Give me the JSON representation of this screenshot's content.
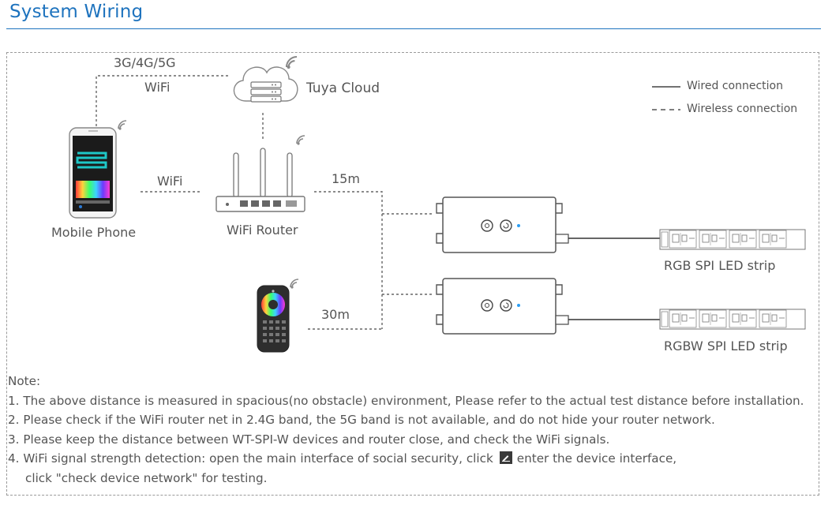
{
  "title": "System Wiring",
  "labels": {
    "cellular": "3G/4G/5G",
    "wifi_cloud": "WiFi",
    "tuya_cloud": "Tuya Cloud",
    "wifi_phone_router": "WiFi",
    "mobile_phone": "Mobile Phone",
    "wifi_router": "WiFi Router",
    "dist_15m": "15m",
    "dist_30m": "30m",
    "rgb_strip": "RGB SPI LED strip",
    "rgbw_strip": "RGBW SPI LED strip"
  },
  "legend": {
    "wired": "Wired connection",
    "wireless": "Wireless connection"
  },
  "notes": {
    "heading": "Note:",
    "items": [
      "1. The above distance is measured in spacious(no obstacle) environment, Please refer to the actual test distance before installation.",
      "2. Please check if the WiFi router net in 2.4G band, the 5G band is not available, and do not hide your router network.",
      "3. Please keep the distance between WT-SPI-W devices and router close, and check the WiFi signals.",
      "4. WiFi signal strength detection: open the main interface of social security, click",
      "enter the device interface,",
      "click \"check device network\" for testing."
    ]
  },
  "colors": {
    "title": "#1e73be",
    "text": "#555555",
    "line": "#666666",
    "led_dot": "#2a9df4"
  },
  "icons": [
    "phone-icon",
    "cloud-server-icon",
    "router-icon",
    "remote-icon",
    "controller-icon",
    "led-strip-icon",
    "wifi-signal-icon",
    "edit-icon"
  ]
}
